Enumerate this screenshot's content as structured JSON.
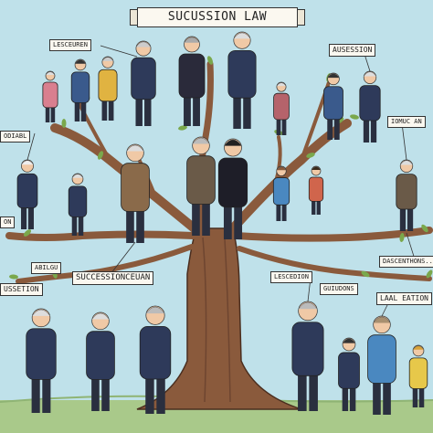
{
  "title": "SUCUSSION LAW",
  "labels": {
    "top_left": "LESCEUREN",
    "top_right": "AUSESSION",
    "mid_left_1": "ODIABL",
    "mid_right_1": "IOMUC AN",
    "mid_left_2": "ON",
    "lower_left_1": "ABILGU",
    "center_left": "SUCCESSIONCEUAN",
    "lower_left_2": "USSETION",
    "right_1": "DASCENTHONS...",
    "center_right_1": "LESCEDION",
    "center_right_2": "GUIUDONS",
    "right_2": "LAAL EATION"
  },
  "colors": {
    "sky": "#bfe1ea",
    "trunk": "#8a5a3c",
    "trunk_shade": "#6e4530",
    "leaf": "#7aa84c",
    "ground": "#a9c98a",
    "label_bg": "#fbf8f0",
    "outline": "#333333"
  }
}
